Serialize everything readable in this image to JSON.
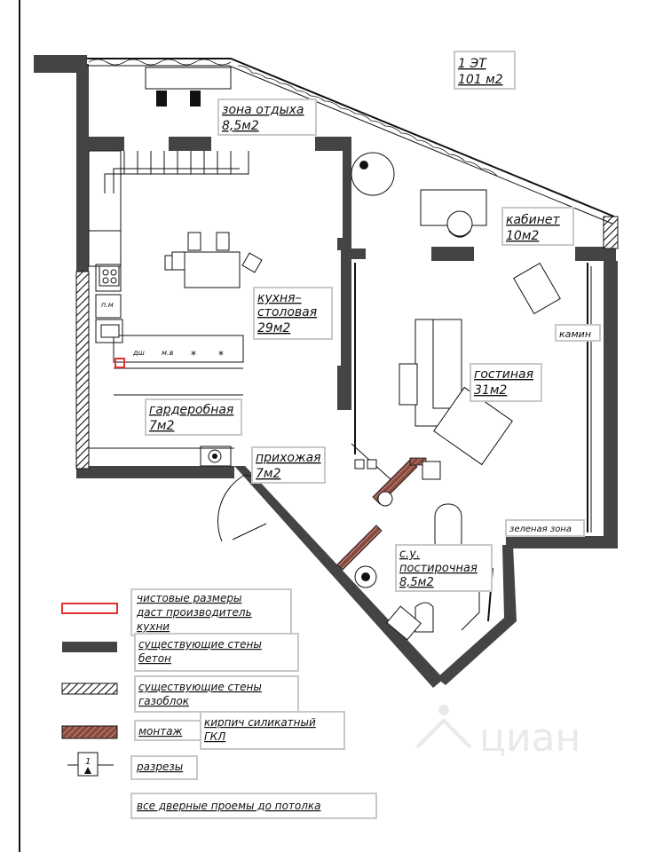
{
  "floor": {
    "level": "1 ЭТ",
    "area": "101 м2"
  },
  "rooms": {
    "lounge": {
      "name": "зона отдыха",
      "area": "8,5м2"
    },
    "office": {
      "name": "кабинет",
      "area": "10м2"
    },
    "kitchen": {
      "name": "кухня–",
      "name2": "столовая",
      "area": "29м2"
    },
    "living": {
      "name": "гостиная",
      "area": "31м2"
    },
    "fireplace": {
      "name": "камин"
    },
    "wardrobe": {
      "name": "гардеробная",
      "area": "7м2"
    },
    "hall": {
      "name": "прихожая",
      "area": "7м2"
    },
    "green": {
      "name": "зеленая зона"
    },
    "bath": {
      "name": "с.у.",
      "name2": "постирочная",
      "area": "8,5м2"
    }
  },
  "appliances": {
    "pm": "п.м",
    "dsh": "дш",
    "mv": "м.в"
  },
  "legend": {
    "line1": "чистовые размеры",
    "line2": "даст производитель",
    "line3": "кухни",
    "line4": "существующие стены",
    "line5": "бетон",
    "line6": "существующие стены",
    "line7": "газоблок",
    "line8": "монтаж",
    "line9": "кирпич силикатный",
    "line10": "ГКЛ",
    "line11": "разрезы",
    "line12": "все дверные проемы до потолка",
    "section_num": "1"
  },
  "watermark": "циан",
  "colors": {
    "concrete": "#444446",
    "accent_red": "#e03030",
    "brick": "#8a4a3e"
  }
}
